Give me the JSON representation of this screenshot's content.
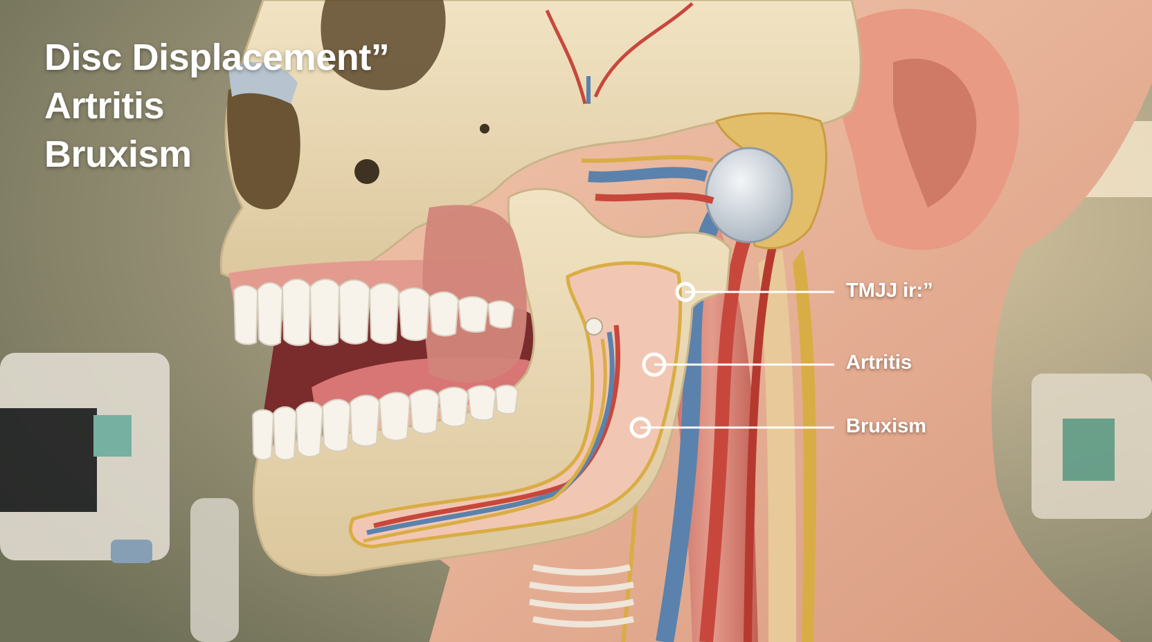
{
  "title_lines": [
    "Disc Displacement”",
    "Artritis",
    "Bruxism"
  ],
  "callouts": [
    {
      "label": "TMJJ ir:”"
    },
    {
      "label": "Artritis"
    },
    {
      "label": "Bruxism"
    }
  ],
  "colors": {
    "bone": "#ecdcb8",
    "bone_shadow": "#c9b48a",
    "muscle": "#d98a7e",
    "artery": "#c8473c",
    "vein": "#5a82ad",
    "nerve": "#d9ad45",
    "skin": "#f0bda3",
    "callout": "#ffffff"
  },
  "icons": [
    "callout-marker-icon"
  ]
}
